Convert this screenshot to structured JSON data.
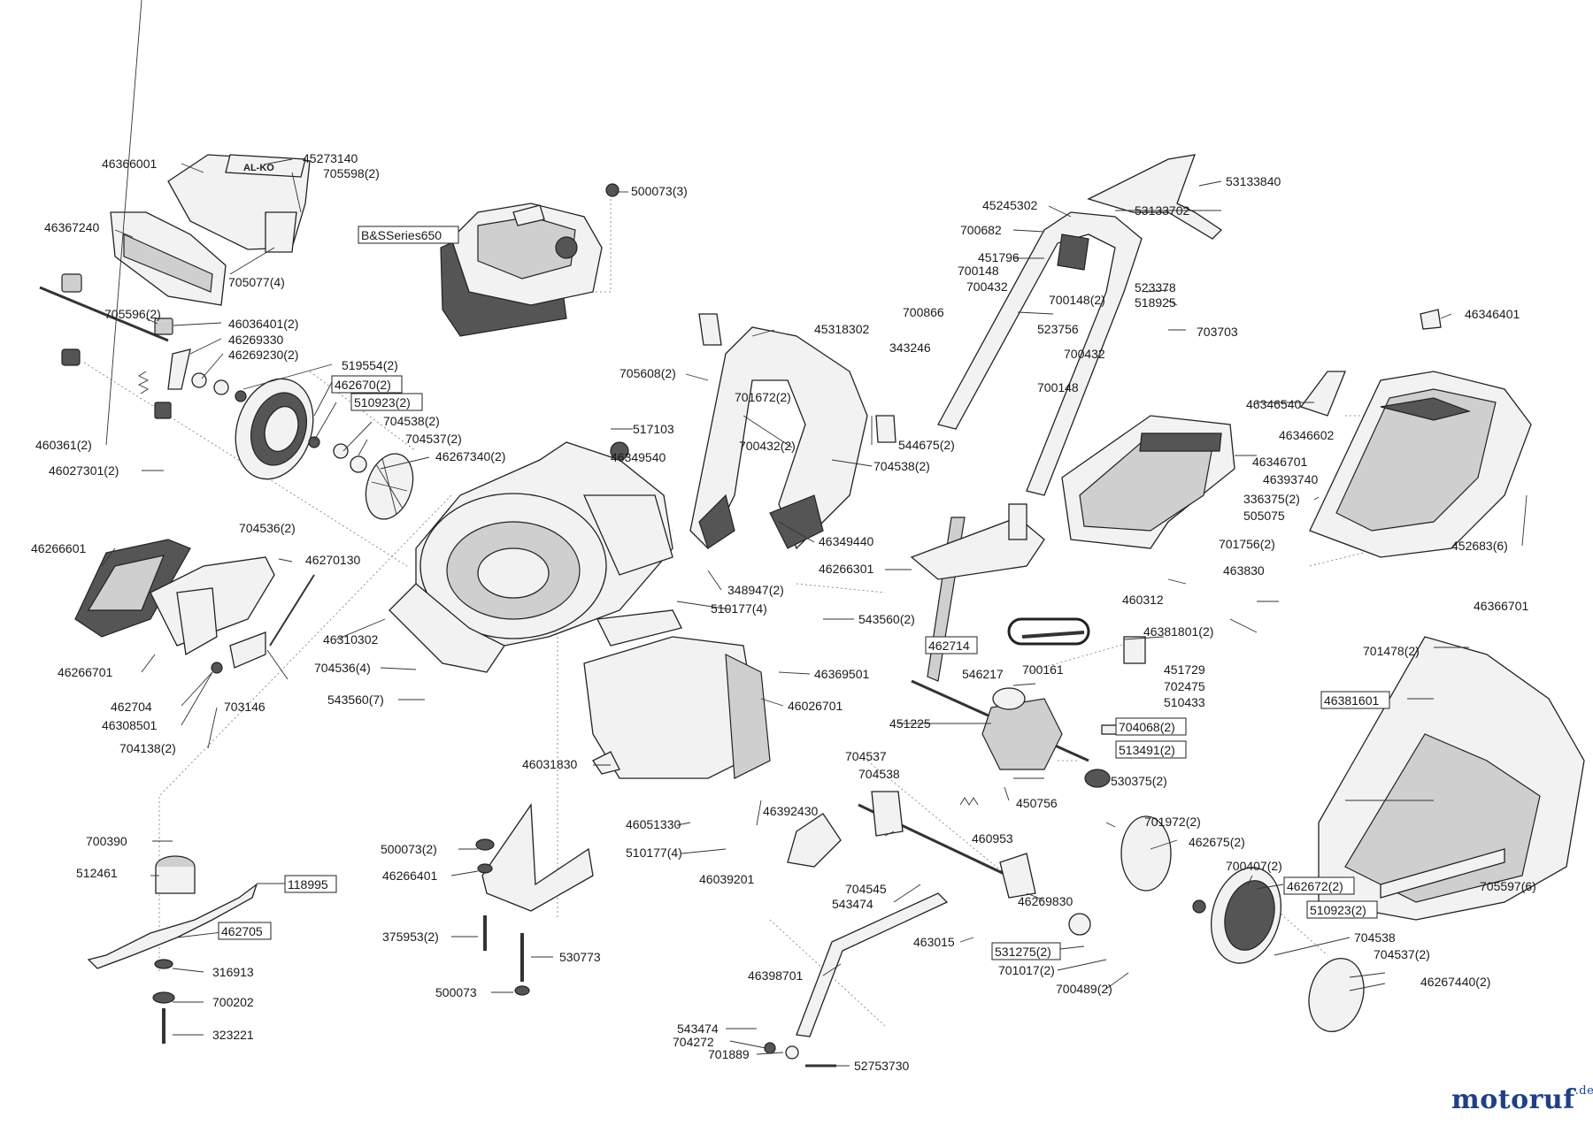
{
  "labels": [
    "46366001",
    "45273140",
    "705598(2)",
    "46367240",
    "705077(4)",
    "705596(2)",
    "46036401(2)",
    "46269330",
    "46269230(2)",
    "519554(2)",
    "462670(2)",
    "510923(2)",
    "704538(2)",
    "704537(2)",
    "46267340(2)",
    "460361(2)",
    "46027301(2)",
    "500073(3)",
    "B&SSeries650",
    "517103",
    "46349540",
    "705608(2)",
    "701672(2)",
    "45318302",
    "700432(2)",
    "544675(2)",
    "704538(2)",
    "46349440",
    "46266301",
    "45245302",
    "700682",
    "451796",
    "700148",
    "700432",
    "700148(2)",
    "700866",
    "523756",
    "343246",
    "700432",
    "700148",
    "523378",
    "518925",
    "703703",
    "53133840",
    "53133702",
    "46346401",
    "46346540",
    "46346602",
    "46346701",
    "46393740",
    "336375(2)",
    "505075",
    "701756(2)",
    "452683(6)",
    "463830",
    "460312",
    "46366701",
    "701478(2)",
    "46266601",
    "704536(2)",
    "46270130",
    "46266701",
    "462704",
    "46308501",
    "703146",
    "704138(2)",
    "46310302",
    "704536(4)",
    "543560(7)",
    "348947(2)",
    "510177(4)",
    "543560(2)",
    "46369501",
    "46026701",
    "462714",
    "546217",
    "700161",
    "451729",
    "702475",
    "510433",
    "451225",
    "704068(2)",
    "513491(2)",
    "46381801(2)",
    "46381601",
    "530375(2)",
    "46031830",
    "704537",
    "704538",
    "46051330",
    "46392430",
    "450756",
    "460953",
    "510177(4)",
    "46039201",
    "704545",
    "543474",
    "46269830",
    "701972(2)",
    "462675(2)",
    "700407(2)",
    "462672(2)",
    "510923(2)",
    "705597(6)",
    "700390",
    "512461",
    "118995",
    "462705",
    "316913",
    "700202",
    "323221",
    "500073(2)",
    "46266401",
    "375953(2)",
    "530773",
    "500073",
    "463015",
    "531275(2)",
    "701017(2)",
    "700489(2)",
    "46398701",
    "704538",
    "704537(2)",
    "46267440(2)",
    "543474",
    "704272",
    "701889",
    "52753730"
  ],
  "logo": {
    "main": "motoruf",
    "tld": ".de"
  },
  "brand_colors": {
    "logo_blue": "#1f3f88",
    "logo_orange": "#e07a10",
    "ink": "#1a1a1a"
  },
  "icons": [
    "mower-deck",
    "engine",
    "handle-bar",
    "grass-catcher",
    "wheel",
    "blade",
    "gearbox",
    "drive-belt"
  ]
}
